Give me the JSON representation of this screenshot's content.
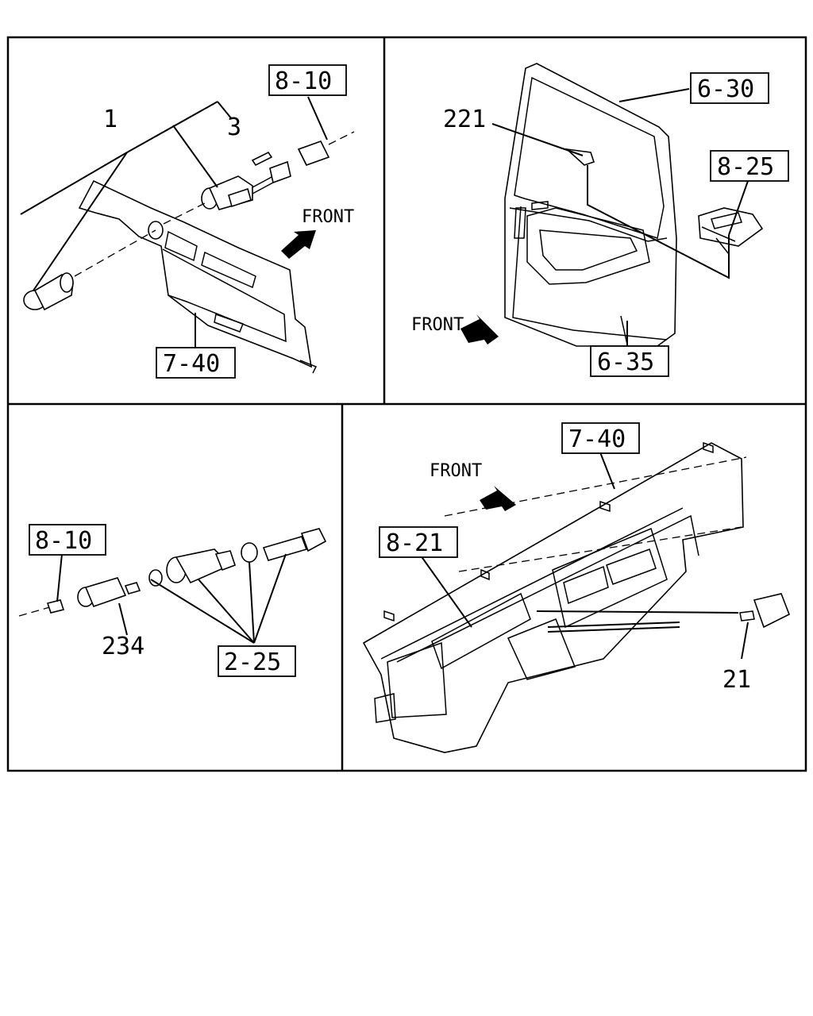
{
  "panels": {
    "top_left": {
      "ref_8_10": "8-10",
      "ref_7_40": "7-40",
      "callout_1": "1",
      "callout_3": "3",
      "front": "FRONT"
    },
    "top_right": {
      "ref_6_30": "6-30",
      "ref_8_25": "8-25",
      "ref_6_35": "6-35",
      "callout_221": "221",
      "front": "FRONT"
    },
    "bottom_left": {
      "ref_8_10": "8-10",
      "ref_2_25": "2-25",
      "callout_234": "234"
    },
    "bottom_right": {
      "ref_7_40": "7-40",
      "ref_8_21": "8-21",
      "callout_21": "21",
      "front": "FRONT"
    }
  }
}
